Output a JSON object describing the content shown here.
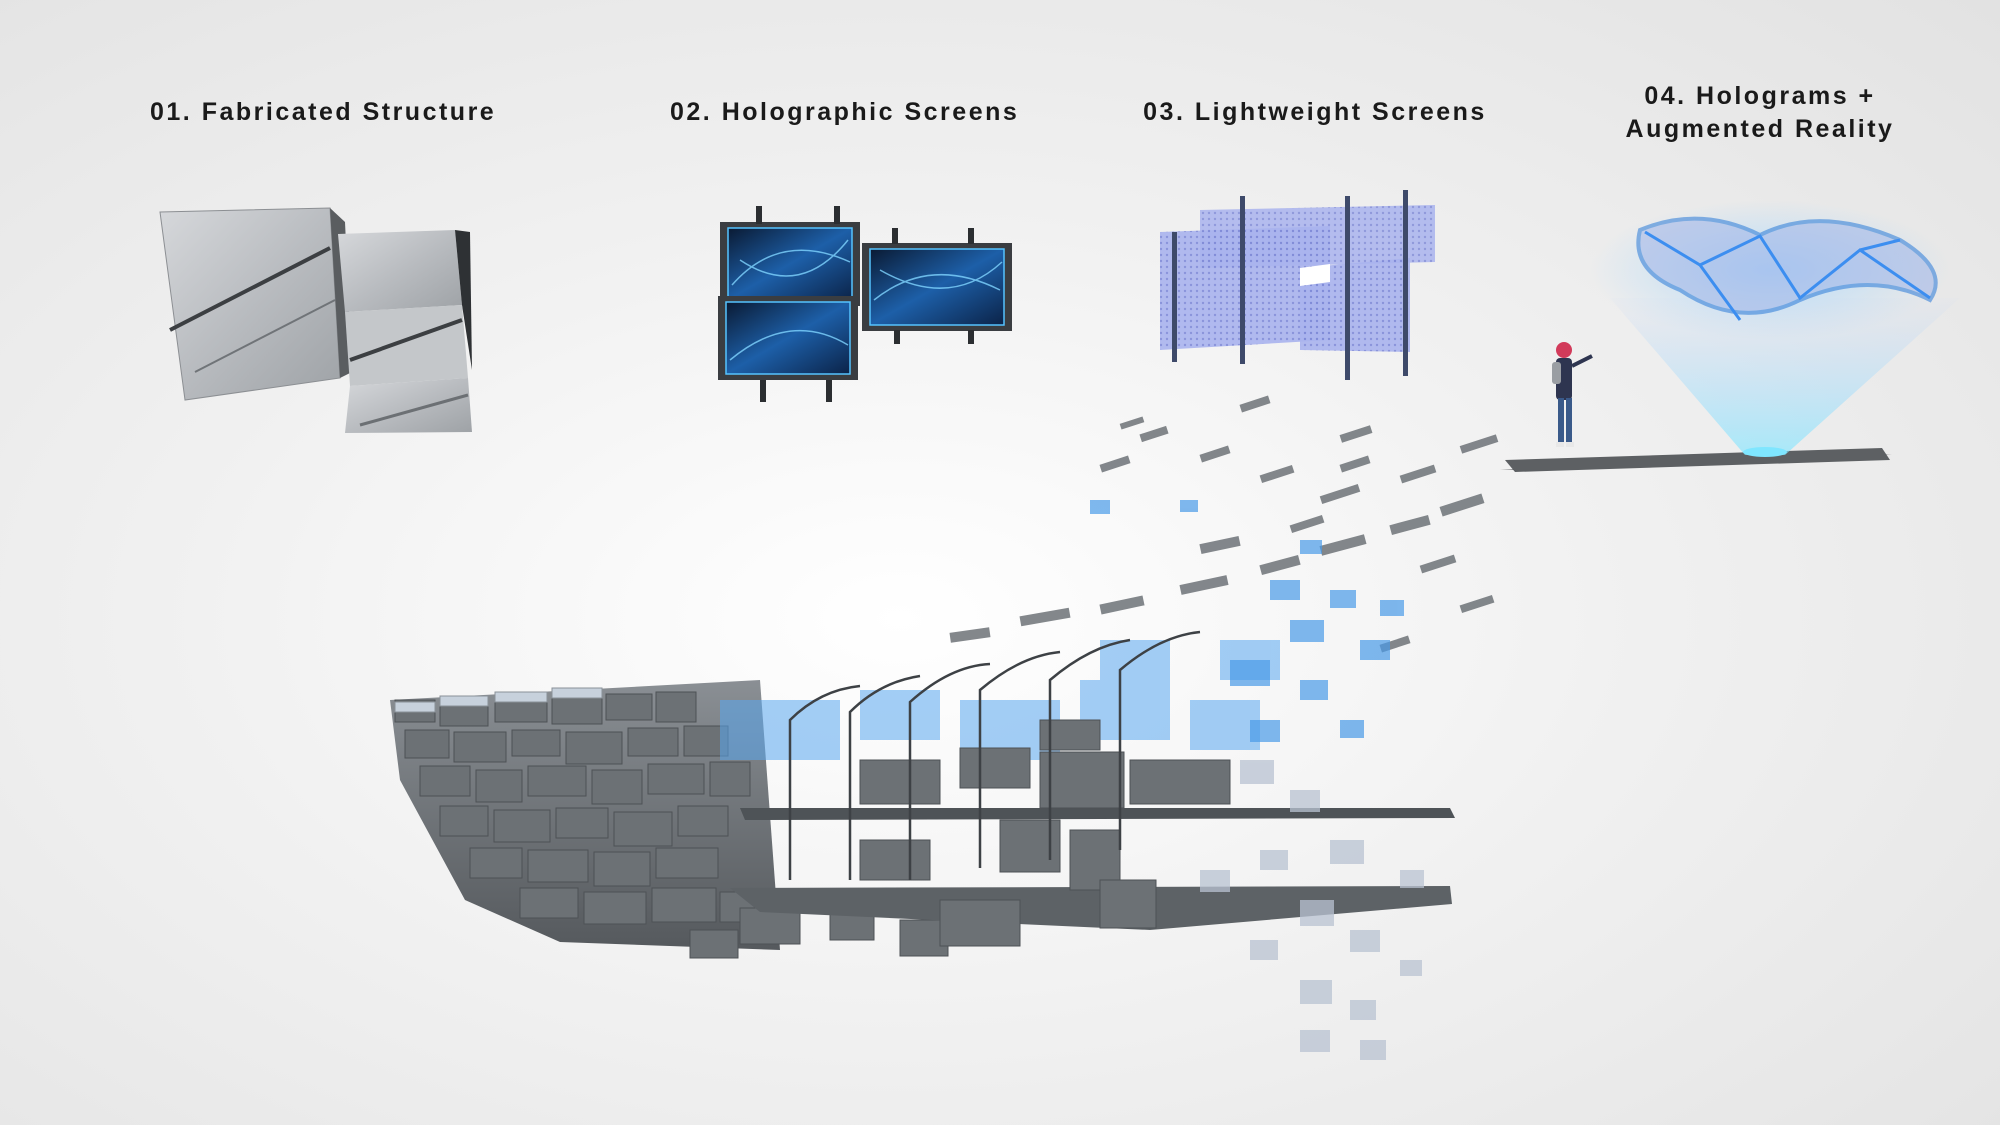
{
  "labels": [
    {
      "id": "fabricated-structure",
      "lines": [
        "01. Fabricated Structure"
      ]
    },
    {
      "id": "holographic-screens",
      "lines": [
        "02. Holographic Screens"
      ]
    },
    {
      "id": "lightweight-screens",
      "lines": [
        "03. Lightweight Screens"
      ]
    },
    {
      "id": "holograms-ar",
      "lines": [
        "04. Holograms +",
        "Augmented Reality"
      ]
    }
  ],
  "colors": {
    "structure_gray": "#6f7478",
    "panel_light": "#c9ccd0",
    "screen_blue": "#2f8fe0",
    "screen_dark": "#0b1e3a",
    "frame_dark": "#3a3d41",
    "mesh_blue": "#9aa7e6",
    "hologram_cyan": "#5fd8ff",
    "stage_gray": "#5d6063"
  }
}
